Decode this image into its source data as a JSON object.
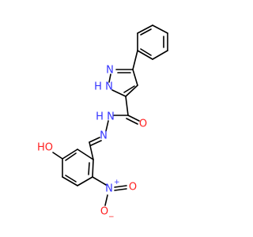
{
  "colors": {
    "bond": "#000000",
    "nitrogen": "#3333ff",
    "oxygen": "#ff2020"
  },
  "atoms": {
    "pyrazole_n2": "N",
    "pyrazole_n1h": "H N",
    "hydrazide_nh": "H N",
    "carbonyl_o": "O",
    "imine_n": "N",
    "phenol_oh": "HO",
    "nitro_n": "N",
    "nitro_n_charge": "+",
    "nitro_o1": "O",
    "nitro_o1_charge": "−",
    "nitro_o2": "O"
  }
}
